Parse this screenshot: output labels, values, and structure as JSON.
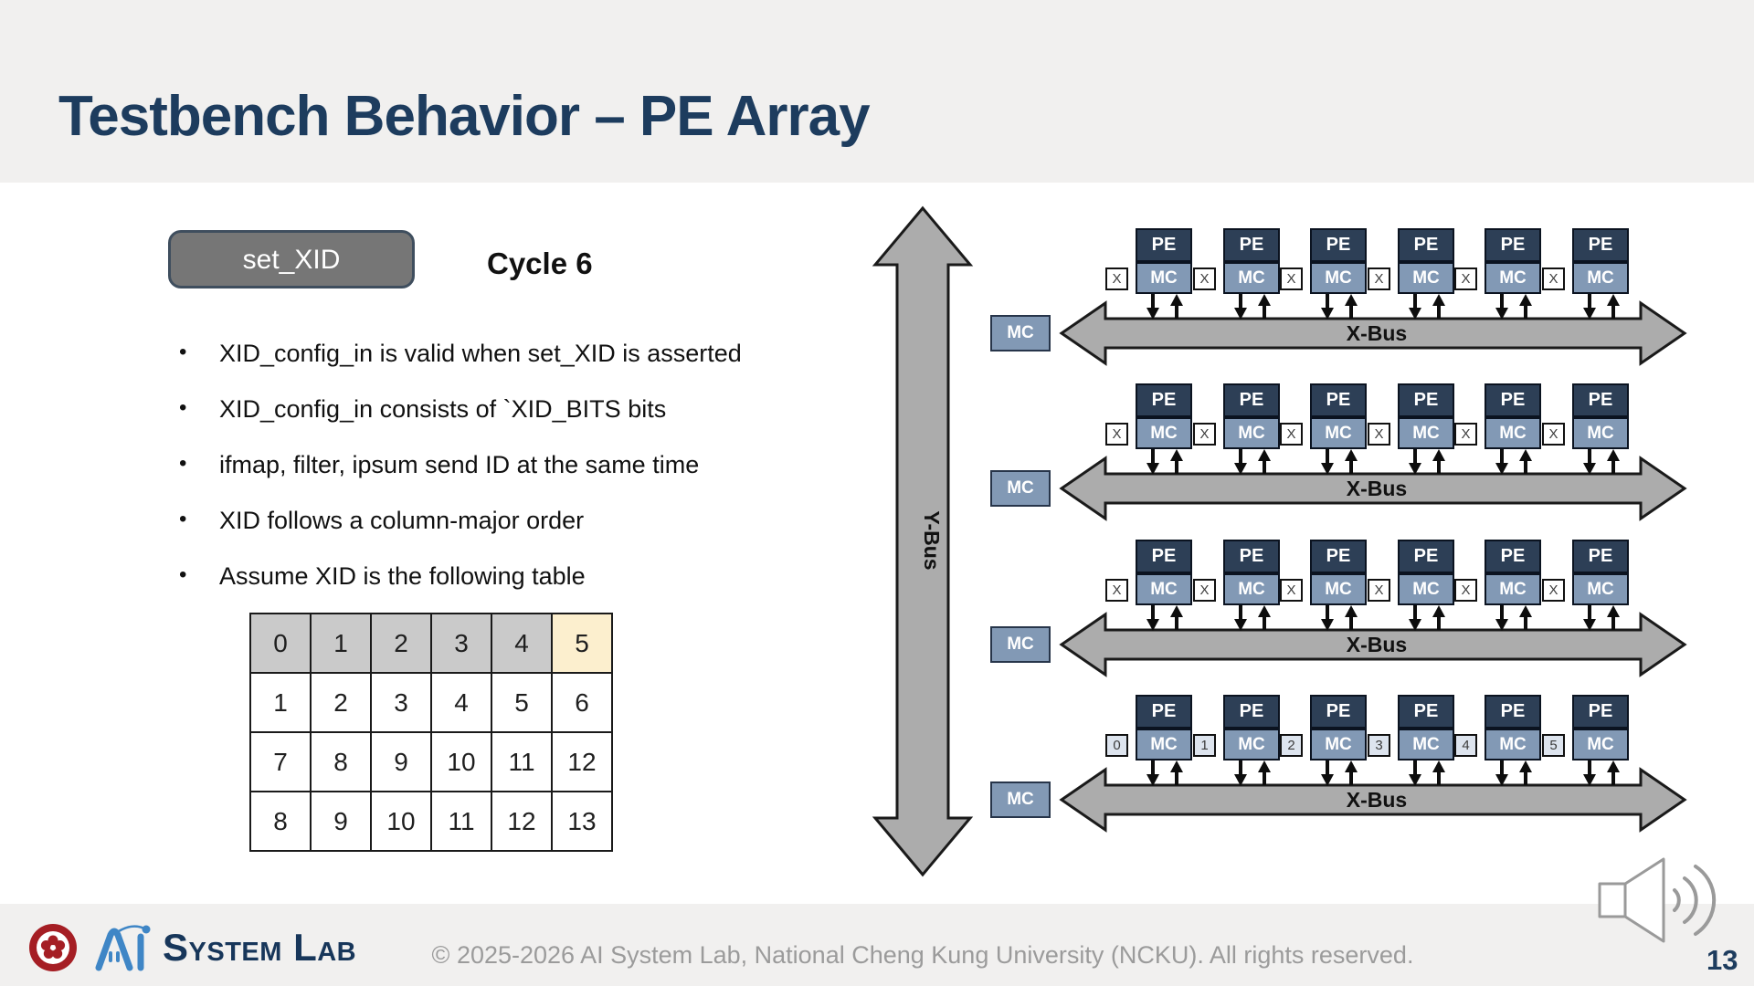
{
  "title": "Testbench Behavior – PE Array",
  "signal_button": {
    "label": "set_XID"
  },
  "cycle_label": "Cycle 6",
  "bullets": [
    "XID_config_in is valid when set_XID is asserted",
    "XID_config_in consists of `XID_BITS bits",
    "ifmap, filter, ipsum send ID at the same time",
    "XID follows a column-major order",
    "Assume XID is the following table"
  ],
  "xid_table": {
    "header": [
      "0",
      "1",
      "2",
      "3",
      "4",
      "5"
    ],
    "highlighted_header_index": 5,
    "rows": [
      [
        "1",
        "2",
        "3",
        "4",
        "5",
        "6"
      ],
      [
        "7",
        "8",
        "9",
        "10",
        "11",
        "12"
      ],
      [
        "8",
        "9",
        "10",
        "11",
        "12",
        "13"
      ]
    ]
  },
  "pe_array": {
    "ybus_label": "Y-Bus",
    "xbus_label": "X-Bus",
    "pe_label": "PE",
    "mc_label": "MC",
    "rows": [
      {
        "tag_variant": "plain",
        "tags": [
          "X",
          "X",
          "X",
          "X",
          "X",
          "X"
        ]
      },
      {
        "tag_variant": "plain",
        "tags": [
          "X",
          "X",
          "X",
          "X",
          "X",
          "X"
        ]
      },
      {
        "tag_variant": "plain",
        "tags": [
          "X",
          "X",
          "X",
          "X",
          "X",
          "X"
        ]
      },
      {
        "tag_variant": "id",
        "tags": [
          "0",
          "1",
          "2",
          "3",
          "4",
          "5"
        ]
      }
    ]
  },
  "footer": {
    "brand_name": "System Lab",
    "copyright": "© 2025-2026 AI System Lab, National Cheng Kung University (NCKU). All rights reserved.",
    "page_number": "13"
  },
  "colors": {
    "title_navy": "#1d3c5e",
    "pe_fill": "#2d3f56",
    "mc_fill": "#8299b5",
    "bus_gray": "#acacac",
    "header_cell_gray": "#cacaca",
    "highlight_yellow": "#fcefce",
    "button_gray": "#767676",
    "band_gray": "#f1f0ef"
  }
}
